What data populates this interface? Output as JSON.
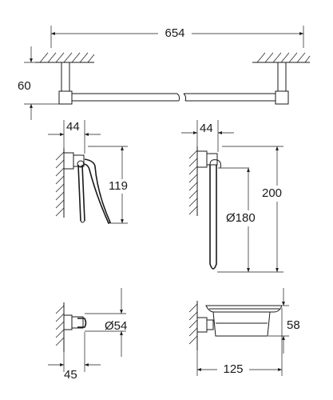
{
  "dimensions": {
    "towel_bar_width": "654",
    "towel_bar_projection": "60",
    "paper_holder_projection": "44",
    "paper_holder_height": "119",
    "towel_ring_projection": "44",
    "towel_ring_height": "200",
    "towel_ring_diameter": "Ø180",
    "hook_diameter": "Ø54",
    "hook_projection": "45",
    "soap_dish_height": "58",
    "soap_dish_width": "125"
  },
  "colors": {
    "line": "#1a1a1a",
    "background": "#ffffff"
  }
}
